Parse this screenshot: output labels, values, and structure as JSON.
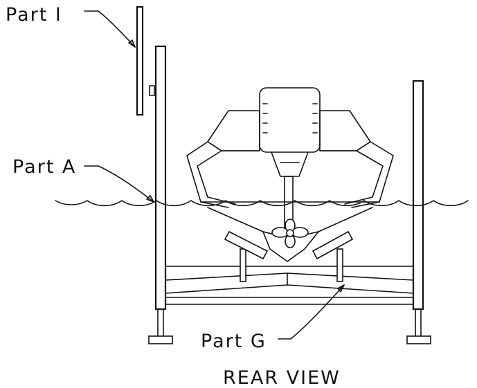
{
  "labels": {
    "part_i": "Part I",
    "part_a": "Part A",
    "part_g": "Part G",
    "view_title": "REAR VIEW"
  },
  "colors": {
    "ink": "#111111",
    "background": "#ffffff"
  }
}
